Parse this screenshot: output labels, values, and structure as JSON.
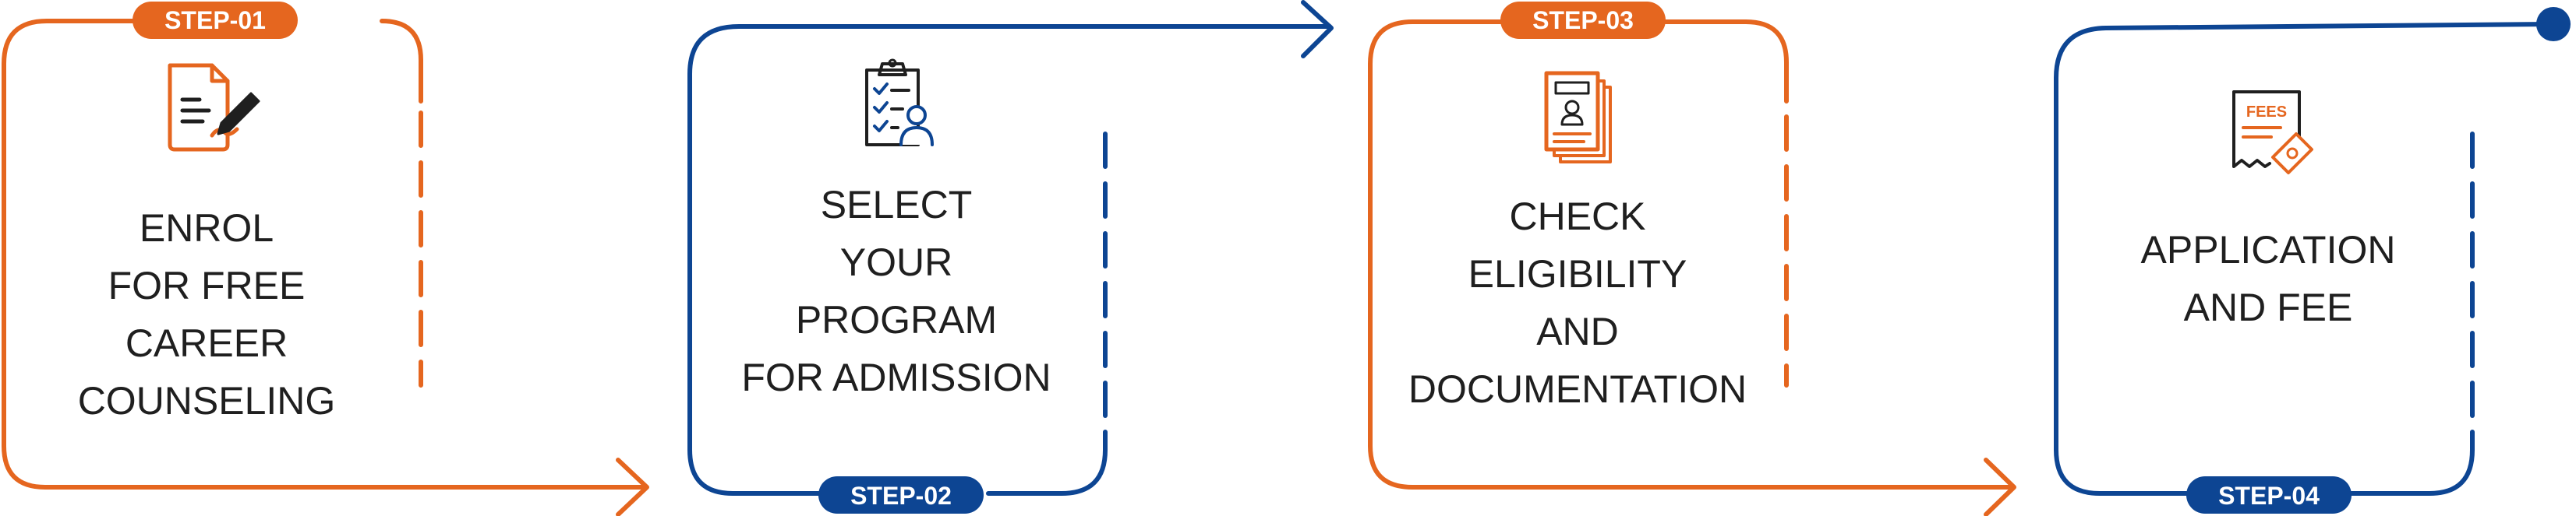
{
  "colors": {
    "orange": "#E5661F",
    "blue": "#0D4593",
    "text": "#1F1F1F",
    "white": "#FFFFFF"
  },
  "steps": [
    {
      "badge": "STEP-01",
      "lines": [
        "ENROL",
        "FOR FREE",
        "CAREER",
        "COUNSELING"
      ],
      "icon": "document-pen-icon",
      "color": "orange"
    },
    {
      "badge": "STEP-02",
      "lines": [
        "SELECT",
        "YOUR",
        "PROGRAM",
        "FOR ADMISSION"
      ],
      "icon": "clipboard-checklist-user-icon",
      "color": "blue"
    },
    {
      "badge": "STEP-03",
      "lines": [
        "CHECK",
        "ELIGIBILITY",
        "AND",
        "DOCUMENTATION"
      ],
      "icon": "id-documents-icon",
      "color": "orange"
    },
    {
      "badge": "STEP-04",
      "lines": [
        "APPLICATION",
        "AND FEE"
      ],
      "icon": "fees-receipt-icon",
      "color": "blue"
    }
  ]
}
